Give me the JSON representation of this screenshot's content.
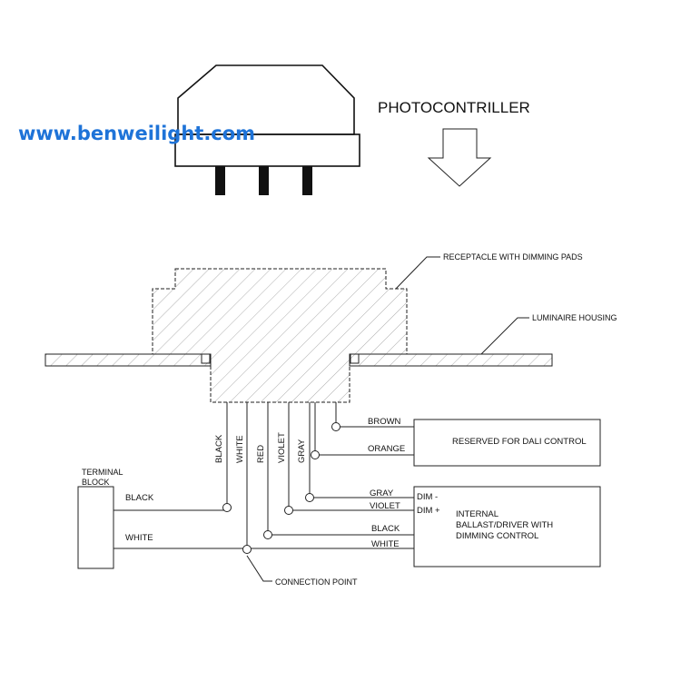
{
  "watermark": "www.benweilight.com",
  "title": "PHOTOCONTRILLER",
  "callouts": {
    "receptacle": "RECEPTACLE WITH DIMMING PADS",
    "housing": "LUMINAIRE HOUSING",
    "connection_point": "CONNECTION POINT"
  },
  "terminal_block": {
    "line1": "TERMINAL",
    "line2": "BLOCK",
    "black": "BLACK",
    "white": "WHITE"
  },
  "vertical_wires": [
    "BLACK",
    "WHITE",
    "RED",
    "VIOLET",
    "GRAY"
  ],
  "dali_box": {
    "label": "RESERVED FOR DALI CONTROL",
    "brown": "BROWN",
    "orange": "ORANGE"
  },
  "ballast_box": {
    "line1": "INTERNAL",
    "line2": "BALLAST/DRIVER WITH",
    "line3": "DIMMING CONTROL",
    "dim_minus": "DIM -",
    "dim_plus": "DIM +",
    "gray": "GRAY",
    "violet": "VIOLET",
    "black": "BLACK",
    "white": "WHITE"
  }
}
